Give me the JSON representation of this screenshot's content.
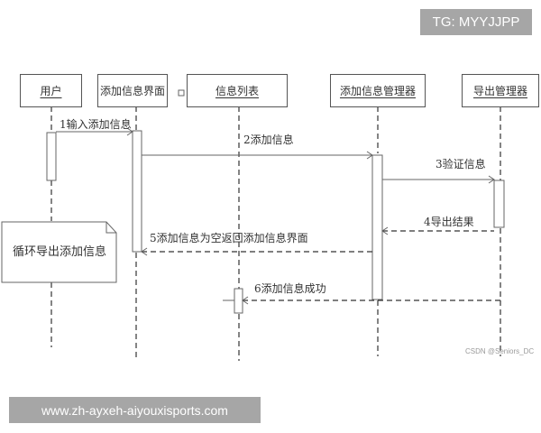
{
  "watermarks": {
    "top": "TG: MYYJJPP",
    "bottom": "www.zh-ayxeh-aiyouxisports.com",
    "credit": "CSDN @Seniors_DC"
  },
  "lifelines": [
    {
      "id": "user",
      "label": "用户"
    },
    {
      "id": "add-ui",
      "label": "添加信息界面"
    },
    {
      "id": "info-list",
      "label": "信息列表"
    },
    {
      "id": "info-manager",
      "label": "添加信息管理器"
    },
    {
      "id": "export-manager",
      "label": "导出管理器"
    }
  ],
  "messages": [
    {
      "label": "1输入添加信息",
      "type": "sync"
    },
    {
      "label": "2添加信息",
      "type": "sync"
    },
    {
      "label": "3验证信息",
      "type": "sync"
    },
    {
      "label": "4导出结果",
      "type": "return"
    },
    {
      "label": "5添加信息为空返回添加信息界面",
      "type": "return"
    },
    {
      "label": "6添加信息成功",
      "type": "return"
    }
  ],
  "note": {
    "text": "循环导出添加信息"
  },
  "colors": {
    "line": "#555555",
    "watermark_bg": "#a6a6a6"
  }
}
